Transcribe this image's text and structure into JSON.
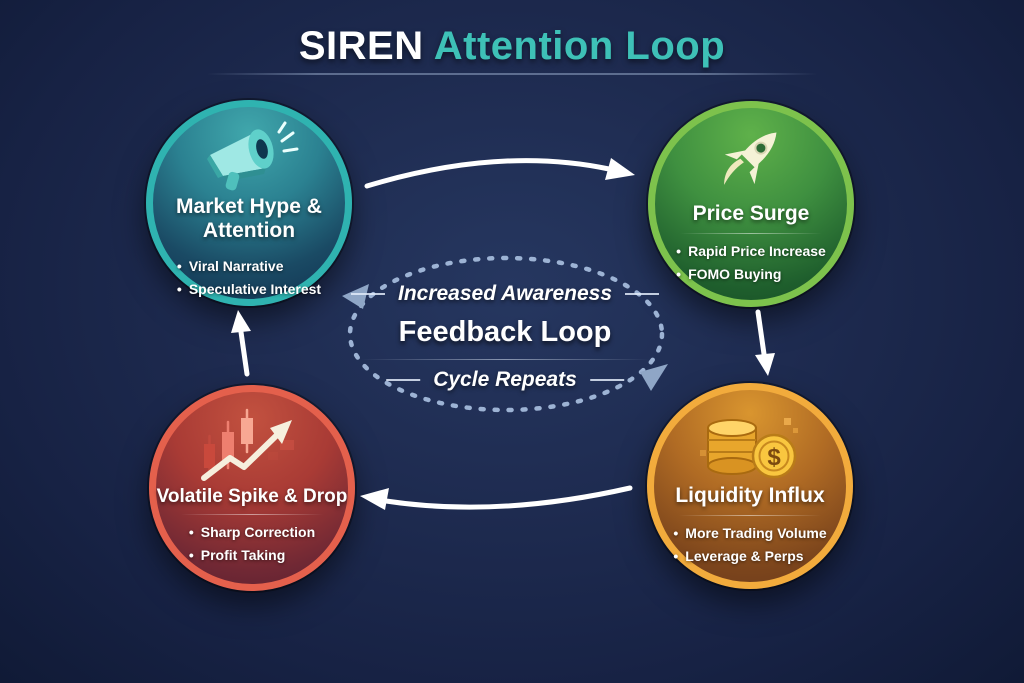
{
  "header": {
    "title_brand": "SIREN",
    "title_rest": "Attention Loop",
    "brand_color": "#ffffff",
    "accent_color": "#3ec1b7"
  },
  "center": {
    "top_label": "Increased Awareness",
    "main_label": "Feedback Loop",
    "bottom_label": "Cycle Repeats"
  },
  "nodes": [
    {
      "id": "market-hype",
      "title": "Market Hype & Attention",
      "bullets": [
        "Viral Narrative",
        "Speculative Interest"
      ],
      "icon": "megaphone-icon",
      "ring_color": "#2fb3b0",
      "fill_top": "#40a7ac",
      "fill_bottom": "#113150"
    },
    {
      "id": "price-surge",
      "title": "Price Surge",
      "bullets": [
        "Rapid Price Increase",
        "FOMO Buying"
      ],
      "icon": "rocket-icon",
      "ring_color": "#7dc24c",
      "fill_top": "#5fb14a",
      "fill_bottom": "#174c25"
    },
    {
      "id": "liquidity-influx",
      "title": "Liquidity Influx",
      "bullets": [
        "More Trading Volume",
        "Leverage & Perps"
      ],
      "icon": "coins-icon",
      "ring_color": "#f2ab3c",
      "fill_top": "#d9952f",
      "fill_bottom": "#6b3a1c"
    },
    {
      "id": "volatile-spike",
      "title": "Volatile Spike & Drop",
      "bullets": [
        "Sharp Correction",
        "Profit Taking"
      ],
      "icon": "candlestick-icon",
      "ring_color": "#e4604c",
      "fill_top": "#c2513f",
      "fill_bottom": "#5a2030"
    }
  ],
  "colors": {
    "background": "#1e2b50",
    "arrow": "#ffffff",
    "dashed_loop": "#9db3d4"
  }
}
